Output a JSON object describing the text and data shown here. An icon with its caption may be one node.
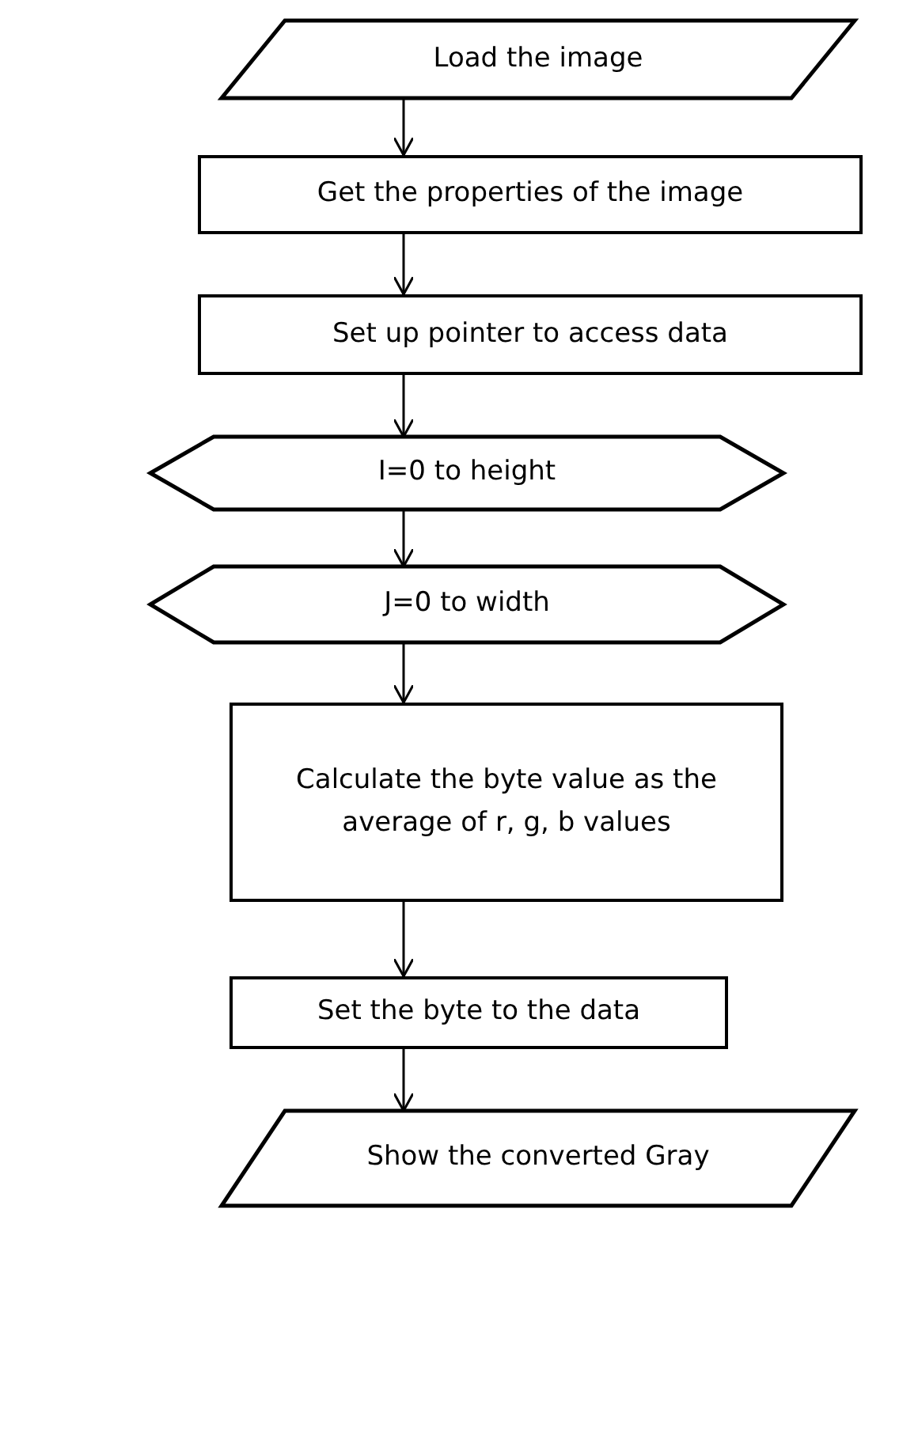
{
  "diagram": {
    "nodes": [
      {
        "text": [
          "Load the image"
        ]
      },
      {
        "text": [
          "Get the properties of the image"
        ]
      },
      {
        "text": [
          "Set up pointer to access data"
        ]
      },
      {
        "text": [
          "I=0 to height"
        ]
      },
      {
        "text": [
          "J=0 to width"
        ]
      },
      {
        "text": [
          "Calculate the byte value as the average of r, g, b values"
        ]
      },
      {
        "text": [
          "Set the byte to the data"
        ]
      },
      {
        "text": [
          "Show the converted Gray"
        ]
      }
    ],
    "edges": [
      {
        "from": 0,
        "to": 1,
        "arrow": "to"
      },
      {
        "from": 1,
        "to": 2,
        "arrow": "to"
      },
      {
        "from": 2,
        "to": 3,
        "arrow": "to"
      },
      {
        "from": 3,
        "to": 4,
        "arrow": "to"
      },
      {
        "from": 4,
        "to": 5,
        "arrow": "to"
      },
      {
        "from": 5,
        "to": 6,
        "arrow": "to"
      },
      {
        "from": 6,
        "to": 7,
        "arrow": "to"
      }
    ]
  }
}
